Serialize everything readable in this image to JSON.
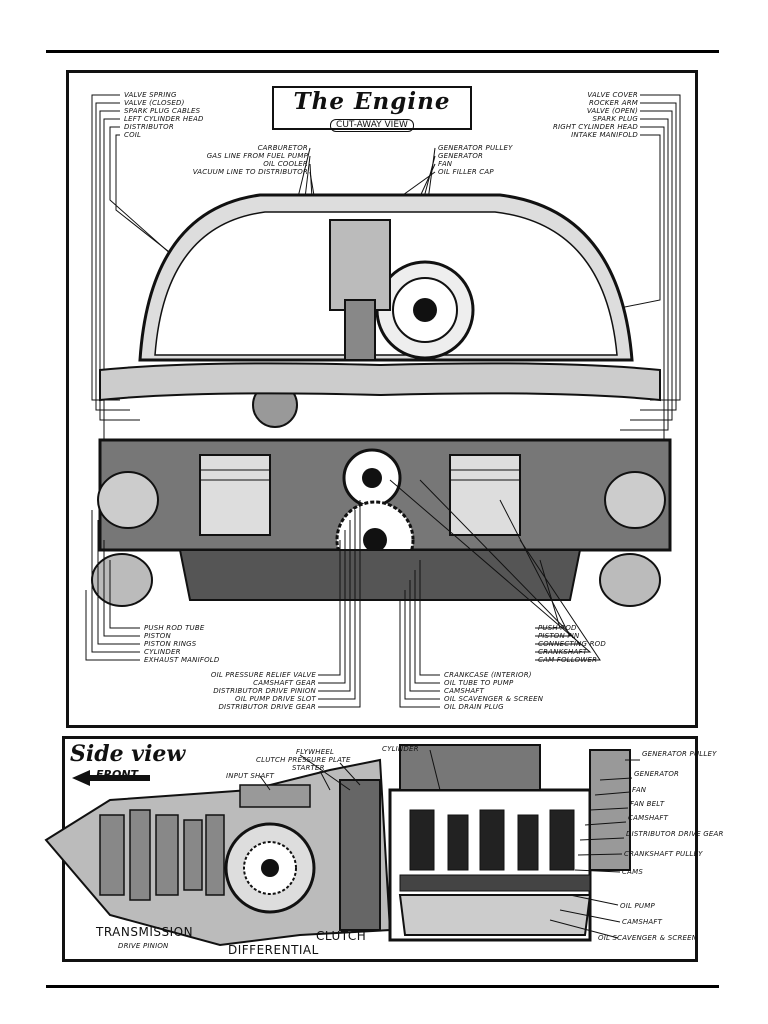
{
  "engine": {
    "title": "The Engine",
    "subtitle": "CUT-AWAY VIEW",
    "labels_top_left": [
      "VALVE SPRING",
      "VALVE (CLOSED)",
      "SPARK PLUG CABLES",
      "LEFT CYLINDER HEAD",
      "DISTRIBUTOR",
      "COIL"
    ],
    "labels_top_center_left": [
      "CARBURETOR",
      "GAS LINE FROM FUEL PUMP",
      "OIL COOLER",
      "VACUUM LINE TO DISTRIBUTOR"
    ],
    "labels_top_center_right": [
      "GENERATOR PULLEY",
      "GENERATOR",
      "FAN",
      "OIL FILLER CAP"
    ],
    "labels_top_right": [
      "VALVE COVER",
      "ROCKER ARM",
      "VALVE (OPEN)",
      "SPARK PLUG",
      "RIGHT CYLINDER HEAD",
      "INTAKE MANIFOLD"
    ],
    "labels_bottom_left": [
      "PUSH ROD TUBE",
      "PISTON",
      "PISTON RINGS",
      "CYLINDER",
      "EXHAUST MANIFOLD"
    ],
    "labels_bottom_right": [
      "PUSH ROD",
      "PISTON PIN",
      "CONNECTING ROD",
      "CRANKSHAFT",
      "CAM FOLLOWER"
    ],
    "labels_bottom_center_left": [
      "OIL PRESSURE RELIEF VALVE",
      "CAMSHAFT GEAR",
      "DISTRIBUTOR DRIVE PINION",
      "OIL PUMP DRIVE SLOT",
      "DISTRIBUTOR DRIVE GEAR"
    ],
    "labels_bottom_center_right": [
      "CRANKCASE (INTERIOR)",
      "OIL TUBE TO PUMP",
      "CAMSHAFT",
      "OIL SCAVENGER & SCREEN",
      "OIL DRAIN PLUG"
    ]
  },
  "side_view": {
    "title": "Side view",
    "front_label": "FRONT",
    "labels_top": [
      "FLYWHEEL",
      "CLUTCH PRESSURE PLATE",
      "STARTER",
      "INPUT SHAFT",
      "CYLINDER"
    ],
    "labels_right": [
      "GENERATOR PULLEY",
      "GENERATOR",
      "FAN",
      "FAN BELT",
      "CAMSHAFT",
      "DISTRIBUTOR DRIVE GEAR",
      "CRANKSHAFT PULLEY",
      "CAMS",
      "OIL PUMP",
      "CAMSHAFT",
      "OIL SCAVENGER & SCREEN"
    ],
    "label_transmission": "TRANSMISSION",
    "label_drive_pinion": "DRIVE PINION",
    "label_differential": "DIFFERENTIAL",
    "label_clutch": "CLUTCH"
  }
}
